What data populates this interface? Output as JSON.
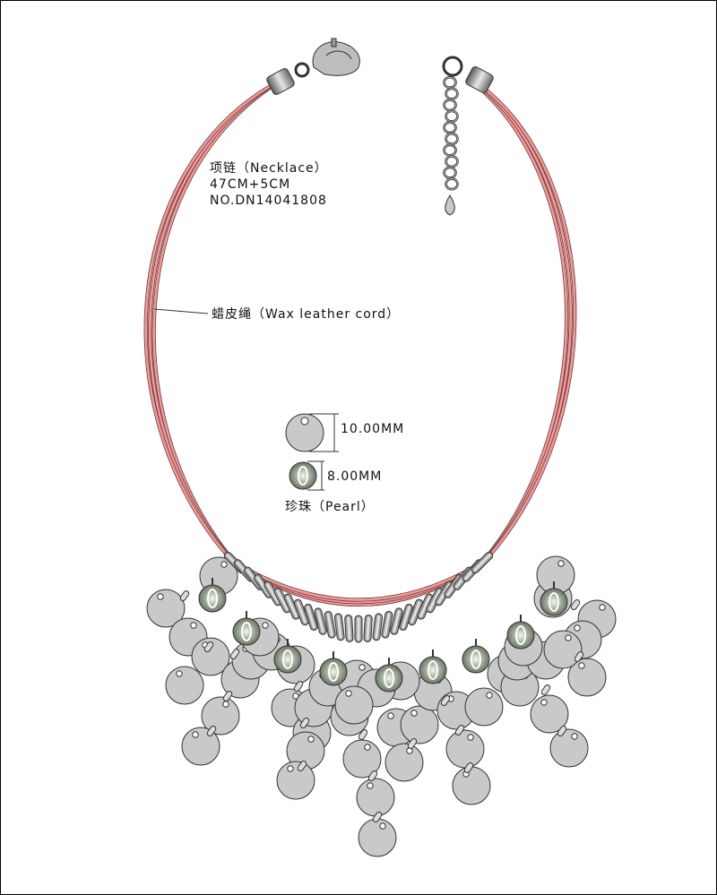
{
  "product": {
    "name": "项链（Necklace）",
    "size": "47CM+5CM",
    "number": "NO.DN14041808"
  },
  "callouts": {
    "cord": "蜡皮绳（Wax leather cord）",
    "disc_size": "10.00MM",
    "pearl_size": "8.00MM",
    "pearl": "珍珠（Pearl）"
  },
  "colors": {
    "cord": "#f39a9a",
    "cord_outline": "#6b3b3b",
    "disc": "#c9c9c9",
    "pearl": "#8e9a86",
    "metal": "#8c8c8c"
  }
}
